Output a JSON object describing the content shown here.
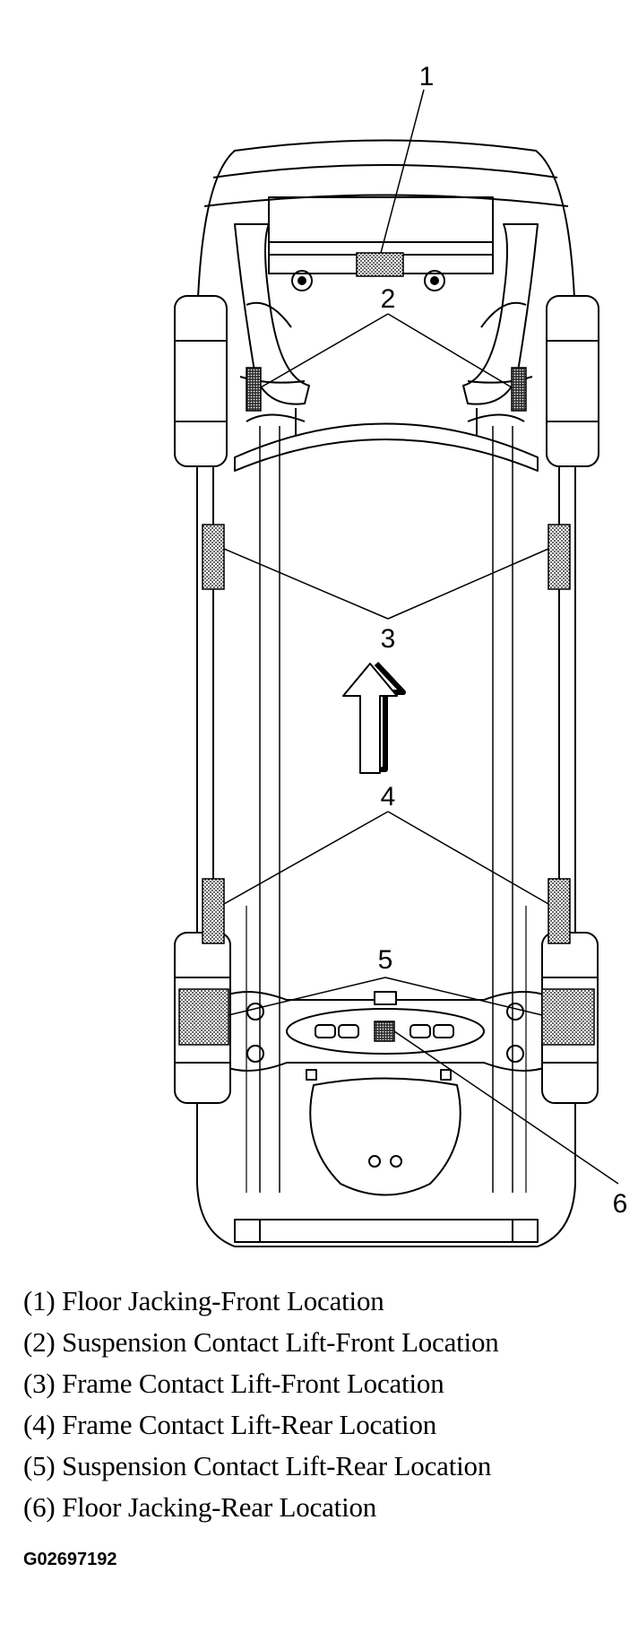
{
  "callouts": {
    "c1": "1",
    "c2": "2",
    "c3": "3",
    "c4": "4",
    "c5": "5",
    "c6": "6"
  },
  "legend": [
    "(1) Floor Jacking-Front Location",
    "(2) Suspension Contact Lift-Front Location",
    "(3) Frame Contact Lift-Front Location",
    "(4) Frame Contact Lift-Rear Location",
    "(5) Suspension Contact Lift-Rear Location",
    "(6) Floor Jacking-Rear Location"
  ],
  "figure_code": "G02697192"
}
